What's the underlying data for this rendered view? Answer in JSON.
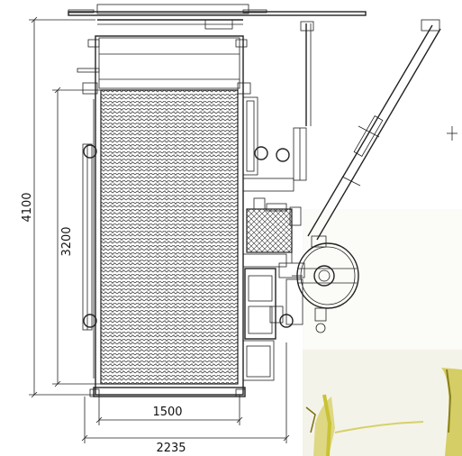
{
  "dimensions": {
    "total_length": "4100",
    "platform_length": "3200",
    "platform_width": "1500",
    "total_width": "2235"
  },
  "colors": {
    "line": "#222222",
    "photo_background": "#f4f3ea",
    "photo_yellow": "#c9c233"
  }
}
